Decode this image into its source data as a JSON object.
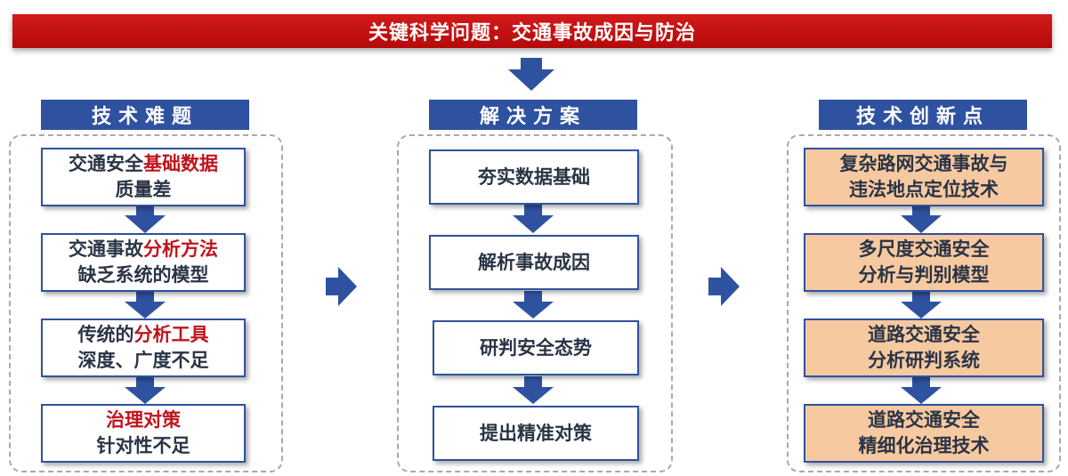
{
  "title": "关键科学问题：交通事故成因与防治",
  "columns": [
    {
      "header": "技术难题",
      "items": [
        {
          "line1_a": "交通安全",
          "line1_b": "基础数据",
          "line2_a": "",
          "line2_b": "质量差"
        },
        {
          "line1_a": "交通事故",
          "line1_b": "分析方法",
          "line2_a": "",
          "line2_b": "缺乏系统的模型"
        },
        {
          "line1_a": "传统的",
          "line1_b": "分析工具",
          "line2_a": "",
          "line2_b": "深度、广度不足"
        },
        {
          "line1_a": "",
          "line1_b": "治理对策",
          "line2_a": "",
          "line2_b": "针对性不足"
        }
      ]
    },
    {
      "header": "解决方案",
      "items": [
        "夯实数据基础",
        "解析事故成因",
        "研判安全态势",
        "提出精准对策"
      ]
    },
    {
      "header": "技术创新点",
      "items": [
        {
          "line1": "复杂路网交通事故与",
          "line2": "违法地点定位技术"
        },
        {
          "line1": "多尺度交通安全",
          "line2": "分析与判别模型"
        },
        {
          "line1": "道路交通安全",
          "line2": "分析研判系统"
        },
        {
          "line1": "道路交通安全",
          "line2": "精细化治理技术"
        }
      ]
    }
  ],
  "colors": {
    "banner": "#c0141c",
    "header": "#2f52a0",
    "highlight": "#c0141c",
    "innovation_fill": "#f7c9a0"
  }
}
